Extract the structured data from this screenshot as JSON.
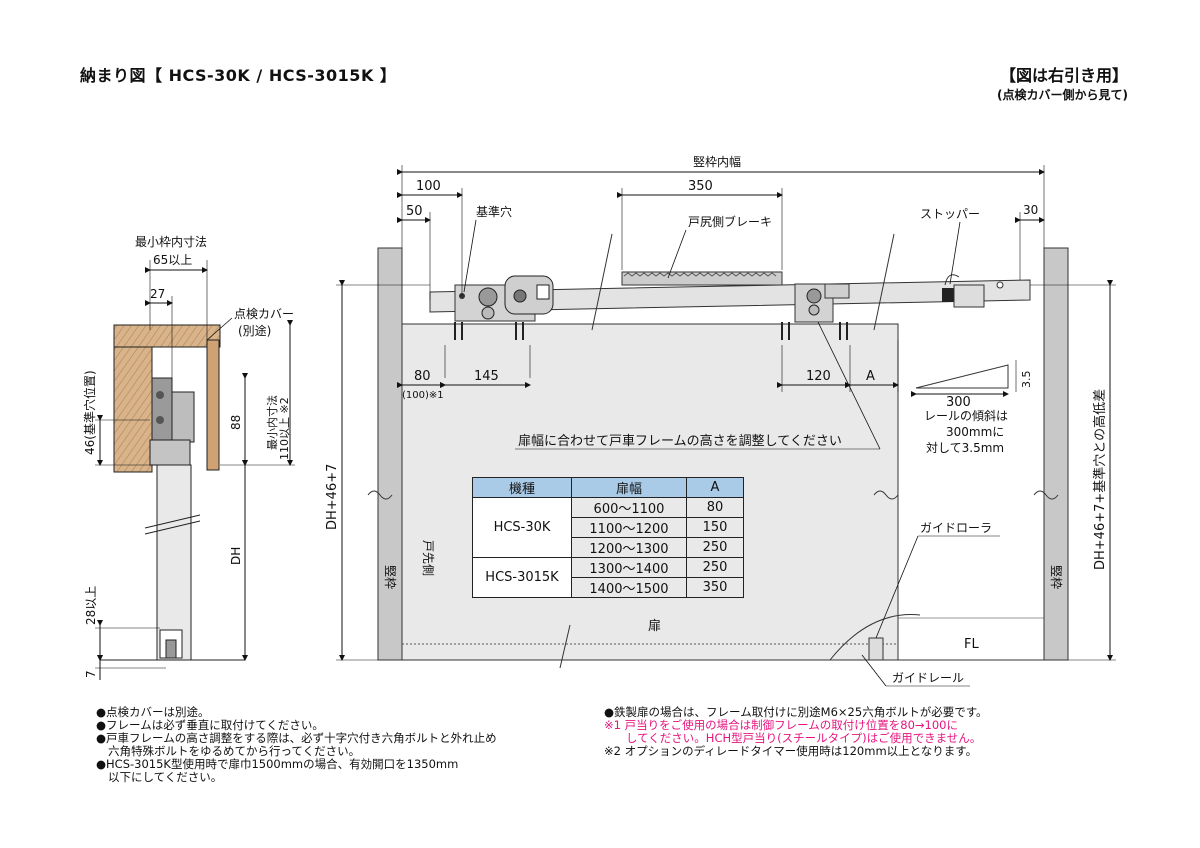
{
  "header": {
    "title": "納まり図【 HCS-30K / HCS-3015K 】",
    "direction": "【図は右引き用】",
    "view_note": "(点検カバー側から見て)"
  },
  "side_view": {
    "min_frame_label": "最小枠内寸法",
    "min_65": "65以上",
    "dim_27": "27",
    "cover_label": "点検カバー",
    "cover_sub": "(別途)",
    "dim_46": "46(基準穴位置)",
    "dim_88": "88",
    "min_110": "最小内寸法",
    "min_110b": "110以上 ※2",
    "dh": "DH",
    "dim_28": "28以上",
    "dim_7": "7"
  },
  "front_view": {
    "frame_width": "竪枠内幅",
    "dim_100": "100",
    "dim_50": "50",
    "ref_hole": "基準穴",
    "dim_350": "350",
    "brake": "戸尻側ブレーキ",
    "stopper": "ストッパー",
    "dim_30": "30",
    "dim_80": "80",
    "dim_100_note": "(100)※1",
    "dim_145": "145",
    "dim_120": "120",
    "dim_a": "A",
    "slope_300": "300",
    "slope_35": "3.5",
    "slope_note1": "レールの傾斜は",
    "slope_note2": "300mmに",
    "slope_note3": "対して3.5mm",
    "adjust_note": "扉幅に合わせて戸車フレームの高さを調整してください",
    "dh_left": "DH+46+7",
    "dh_right": "DH+46+7+基準穴との高低差",
    "frame_left": "竪枠",
    "frame_right": "竪枠",
    "door_tip": "戸先側",
    "door": "扉",
    "guide_roller": "ガイドローラ",
    "fl": "FL",
    "guide_rail": "ガイドレール"
  },
  "spec_table": {
    "headers": [
      "機種",
      "扉幅",
      "A"
    ],
    "groups": [
      {
        "model": "HCS-30K",
        "rows": [
          [
            "600～1100",
            "80"
          ],
          [
            "1100～1200",
            "150"
          ],
          [
            "1200～1300",
            "250"
          ]
        ]
      },
      {
        "model": "HCS-3015K",
        "rows": [
          [
            "1300～1400",
            "250"
          ],
          [
            "1400～1500",
            "350"
          ]
        ]
      }
    ]
  },
  "notes_left": [
    "●点検カバーは別途。",
    "●フレームは必ず垂直に取付けてください。",
    "●戸車フレームの高さ調整をする際は、必ず十字穴付き六角ボルトと外れ止め",
    "六角特殊ボルトをゆるめてから行ってください。",
    "●HCS-3015K型使用時で扉巾1500mmの場合、有効開口を1350mm",
    "以下にしてください。"
  ],
  "notes_right": [
    "●鉄製扉の場合は、フレーム取付けに別途M6×25六角ボルトが必要です。",
    "※1 戸当りをご使用の場合は制御フレームの取付け位置を80→100に",
    "してください。HCH型戸当り(スチールタイプ)はご使用できません。",
    "※2 オプションのディレードタイマー使用時は120mm以上となります。"
  ],
  "colors": {
    "accent_pink": "#e6157f",
    "table_header": "#a9cbe8",
    "door_fill": "#e9e9e9",
    "frame_fill": "#c8c8c8"
  }
}
